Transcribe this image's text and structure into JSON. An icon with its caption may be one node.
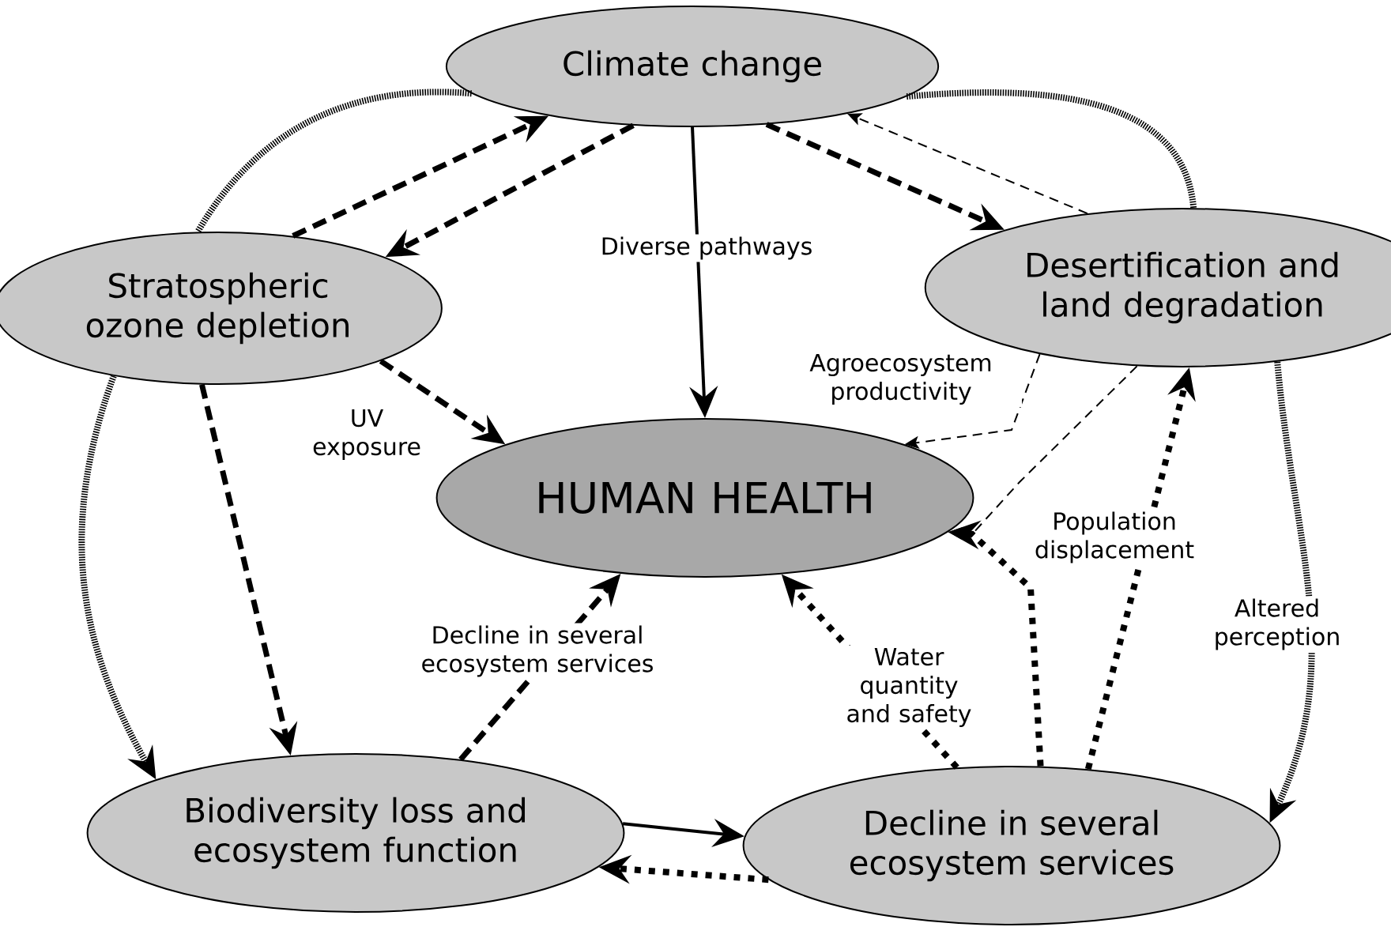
{
  "diagram": {
    "nodes": [
      {
        "text": [
          "Climate change"
        ]
      },
      {
        "text": [
          "Stratospheric ozone depletion"
        ]
      },
      {
        "text": [
          "Desertification and land degradation"
        ]
      },
      {
        "text": [
          "HUMAN HEALTH"
        ]
      },
      {
        "text": [
          "Biodiversity loss and ecosystem function"
        ]
      },
      {
        "text": [
          "Decline in several ecosystem services"
        ]
      }
    ],
    "edges": [
      {
        "from": 1,
        "to": 0,
        "arrow": "to",
        "style": "dashed"
      },
      {
        "from": 0,
        "to": 1,
        "arrow": "to",
        "style": "dashed"
      },
      {
        "from": 0,
        "to": 3,
        "arrow": "to",
        "label": "Diverse pathways"
      },
      {
        "from": 0,
        "to": 2,
        "arrow": "to",
        "style": "dashed"
      },
      {
        "from": 2,
        "to": 0,
        "arrow": "to",
        "style": "dashed"
      },
      {
        "from": 0,
        "to": 1,
        "arrow": "none",
        "style": "dashed"
      },
      {
        "from": 0,
        "to": 2,
        "arrow": "none",
        "style": "dashed"
      },
      {
        "from": 1,
        "to": 4,
        "arrow": "to",
        "style": "dashed"
      },
      {
        "from": 1,
        "to": 4,
        "arrow": "to",
        "style": "dashed"
      },
      {
        "from": 1,
        "to": 3,
        "arrow": "to",
        "style": "dashed",
        "label": "UV exposure"
      },
      {
        "from": 2,
        "to": 3,
        "arrow": "to",
        "style": "dashed",
        "label": "Agroecosystem productivity"
      },
      {
        "from": 2,
        "to": 5,
        "arrow": "to",
        "style": "dashed",
        "label": "Altered perception"
      },
      {
        "from": 4,
        "to": 3,
        "arrow": "to",
        "style": "dashed",
        "label": "Decline in several ecosystem services"
      },
      {
        "from": 4,
        "to": 5,
        "arrow": "to"
      },
      {
        "from": 5,
        "to": 4,
        "arrow": "to",
        "style": "dashed"
      },
      {
        "from": 5,
        "to": 3,
        "arrow": "to",
        "style": "dashed",
        "label": "Water quantity and safety"
      },
      {
        "from": 5,
        "to": 2,
        "arrow": "to",
        "style": "dashed"
      },
      {
        "from": 2,
        "to": 3,
        "arrow": "to",
        "style": "dashed",
        "label": "Population displacement"
      },
      {
        "from": 5,
        "to": 3,
        "arrow": "to",
        "style": "dashed"
      }
    ]
  }
}
